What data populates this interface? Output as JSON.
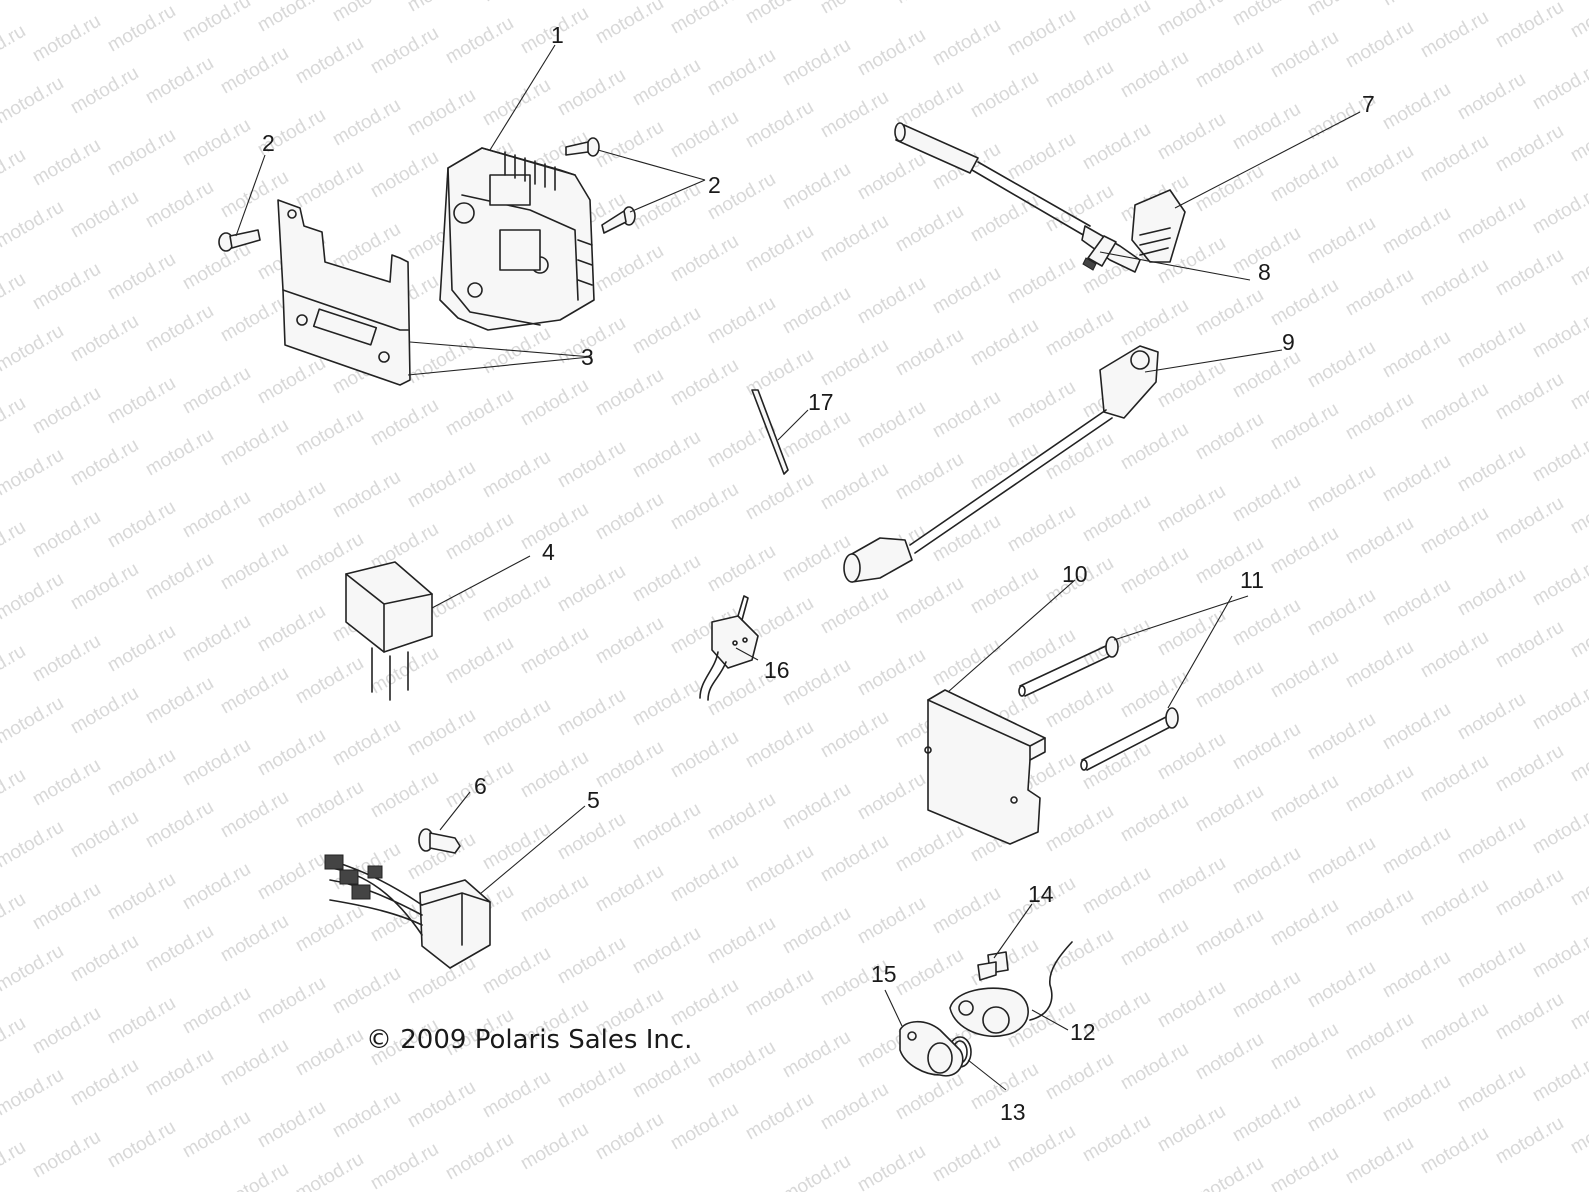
{
  "watermark": "motod.ru",
  "copyright": "© 2009 Polaris Sales Inc.",
  "callouts": [
    "1",
    "2",
    "2",
    "3",
    "4",
    "5",
    "6",
    "7",
    "8",
    "9",
    "10",
    "11",
    "12",
    "13",
    "14",
    "15",
    "16",
    "17"
  ]
}
